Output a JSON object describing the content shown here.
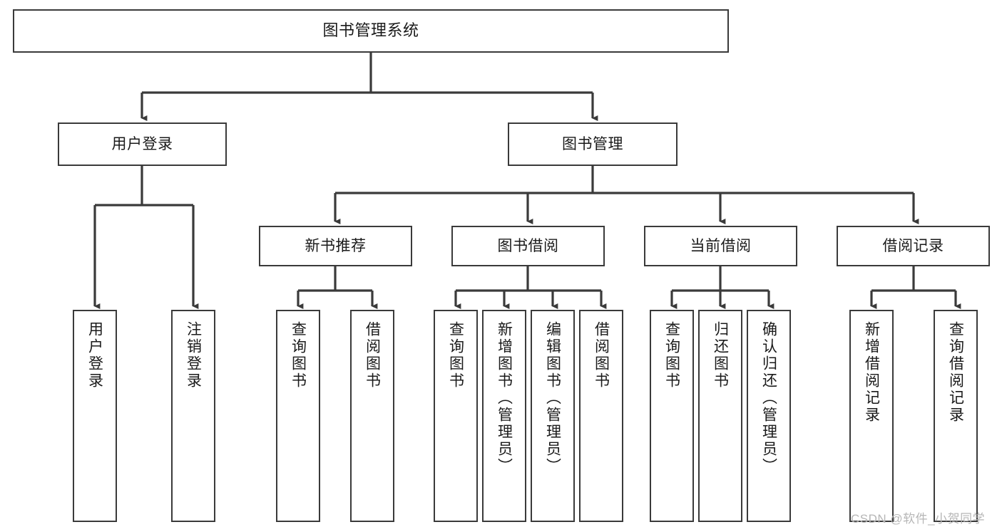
{
  "diagram": {
    "type": "tree-hierarchy-flowchart",
    "title": "图书管理系统",
    "line_color": "#3a3a3a",
    "box_fill": "#ffffff",
    "text_color": "#1a1a1a",
    "nodes": {
      "root": {
        "label": "图书管理系统"
      },
      "level1": [
        {
          "label": "用户登录"
        },
        {
          "label": "图书管理"
        }
      ],
      "level2": [
        {
          "label": "新书推荐"
        },
        {
          "label": "图书借阅"
        },
        {
          "label": "当前借阅"
        },
        {
          "label": "借阅记录"
        }
      ],
      "leaves": {
        "user_login": [
          {
            "label": "用户登录"
          },
          {
            "label": "注销登录"
          }
        ],
        "new_book_recommend": [
          {
            "label": "查询图书"
          },
          {
            "label": "借阅图书"
          }
        ],
        "book_borrow": [
          {
            "label": "查询图书"
          },
          {
            "label": "新增图书（管理员）"
          },
          {
            "label": "编辑图书（管理员）"
          },
          {
            "label": "借阅图书"
          }
        ],
        "current_borrow": [
          {
            "label": "查询图书"
          },
          {
            "label": "归还图书"
          },
          {
            "label": "确认归还（管理员）"
          }
        ],
        "borrow_records": [
          {
            "label": "新增借阅记录"
          },
          {
            "label": "查询借阅记录"
          }
        ]
      }
    }
  },
  "watermark": {
    "text": "CSDN @软件_小贺同学"
  }
}
